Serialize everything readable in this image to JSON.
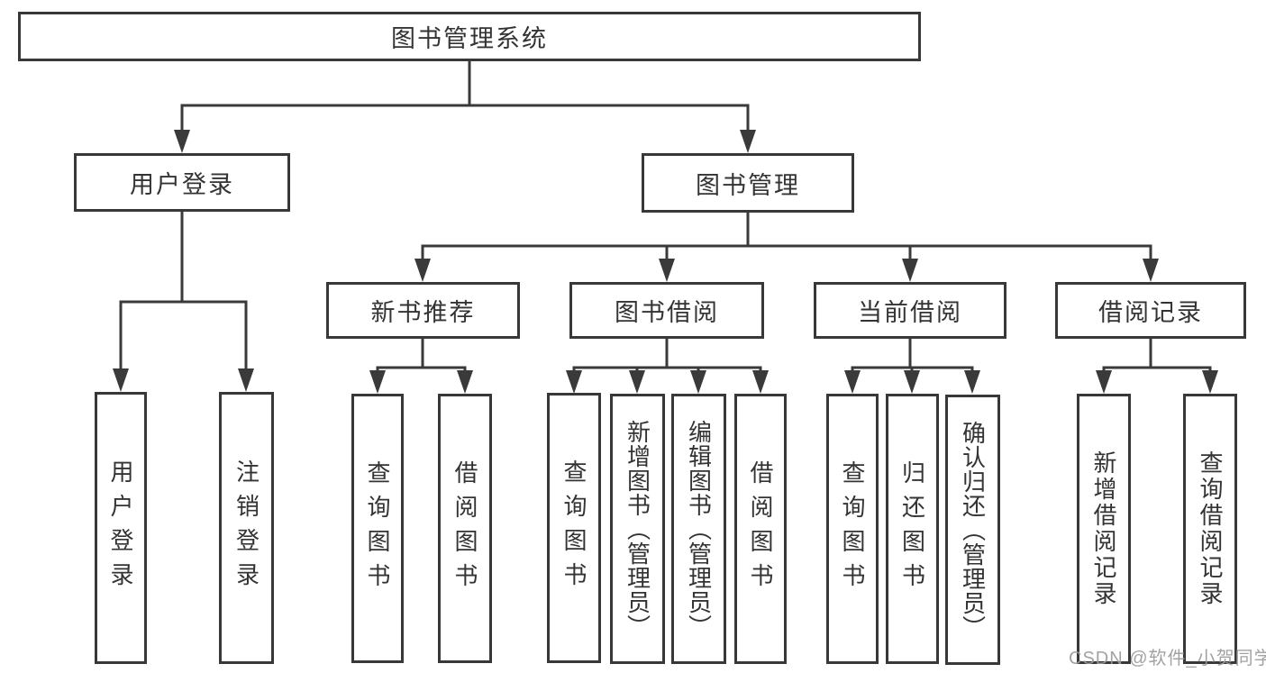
{
  "colors": {
    "background": "#ffffff",
    "line": "#3a3a3a",
    "box_border": "#383838",
    "text": "#333333",
    "watermark": "#9b9b9b"
  },
  "tree": {
    "label": "图书管理系统",
    "children": [
      {
        "label": "用户登录",
        "children": [
          {
            "label": "用户登录"
          },
          {
            "label": "注销登录"
          }
        ]
      },
      {
        "label": "图书管理",
        "children": [
          {
            "label": "新书推荐",
            "children": [
              {
                "label": "查询图书"
              },
              {
                "label": "借阅图书"
              }
            ]
          },
          {
            "label": "图书借阅",
            "children": [
              {
                "label": "查询图书"
              },
              {
                "label": "新增图书（管理员）"
              },
              {
                "label": "编辑图书（管理员）"
              },
              {
                "label": "借阅图书"
              }
            ]
          },
          {
            "label": "当前借阅",
            "children": [
              {
                "label": "查询图书"
              },
              {
                "label": "归还图书"
              },
              {
                "label": "确认归还（管理员）"
              }
            ]
          },
          {
            "label": "借阅记录",
            "children": [
              {
                "label": "新增借阅记录"
              },
              {
                "label": "查询借阅记录"
              }
            ]
          }
        ]
      }
    ]
  },
  "watermark": {
    "text": "CSDN @软件_小贺同学"
  }
}
